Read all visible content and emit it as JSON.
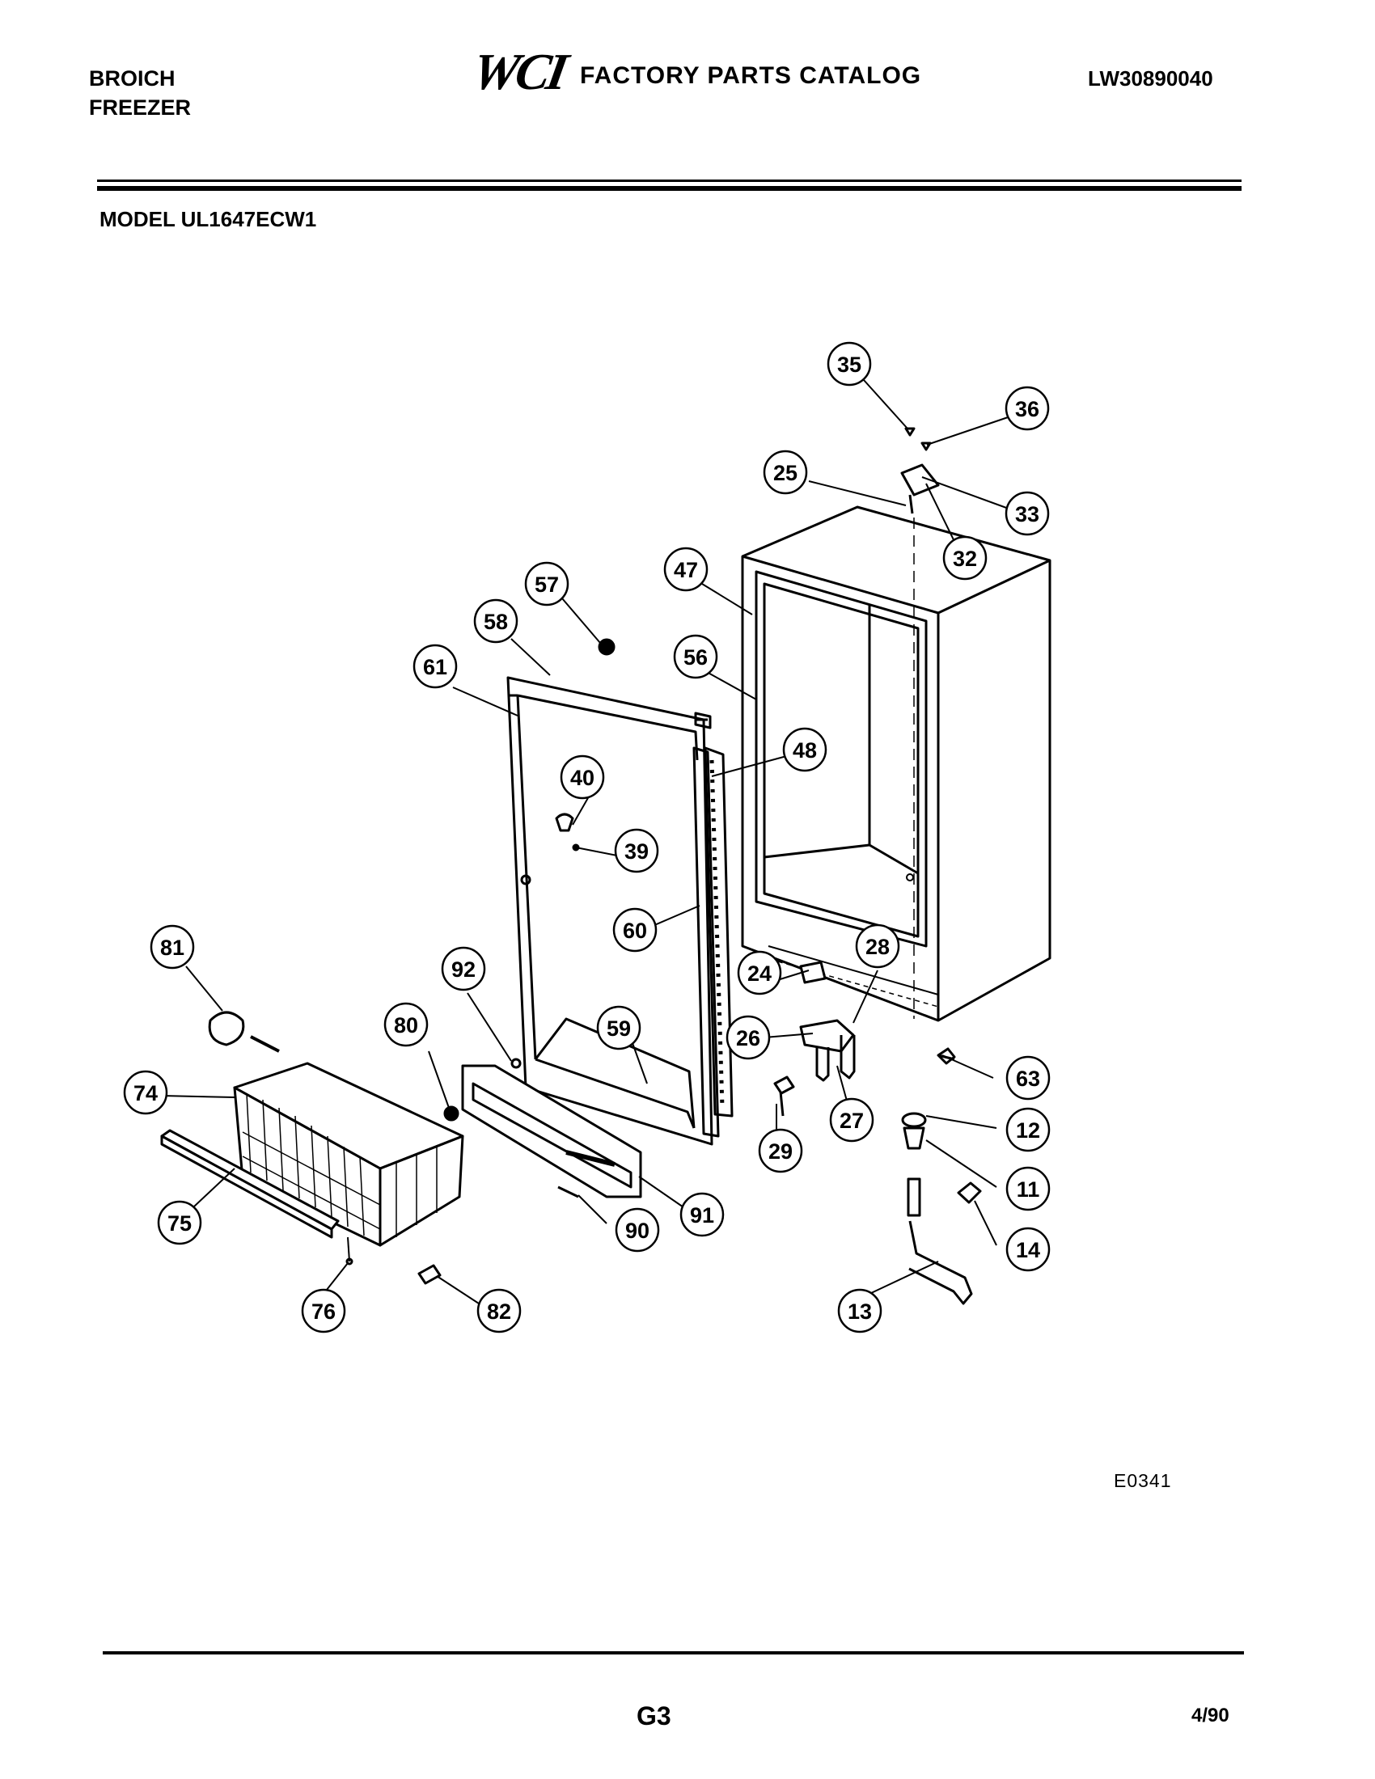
{
  "header": {
    "brand_line1": "BROICH",
    "brand_line2": "FREEZER",
    "logo": "WCI",
    "catalog_title": "FACTORY PARTS CATALOG",
    "catalog_code": "LW30890040"
  },
  "model_label": "MODEL UL1647ECW1",
  "callouts": [
    "35",
    "36",
    "25",
    "33",
    "32",
    "47",
    "57",
    "58",
    "56",
    "61",
    "48",
    "40",
    "39",
    "60",
    "81",
    "92",
    "24",
    "28",
    "80",
    "59",
    "26",
    "63",
    "74",
    "29",
    "27",
    "12",
    "11",
    "91",
    "75",
    "90",
    "14",
    "76",
    "82",
    "13"
  ],
  "drawing_code": "E0341",
  "footer": {
    "page": "G3",
    "date": "4/90"
  }
}
